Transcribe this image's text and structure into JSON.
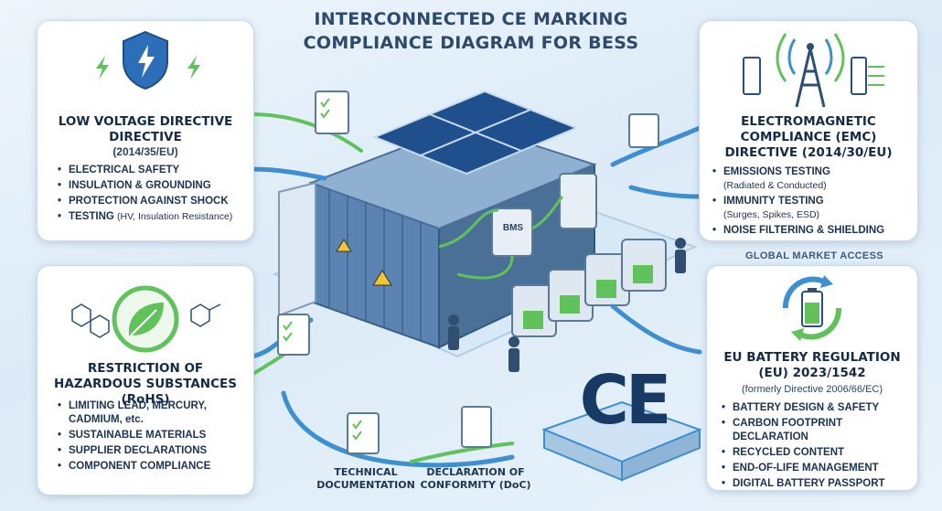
{
  "title": "INTERCONNECTED CE MARKING COMPLIANCE DIAGRAM FOR BESS",
  "lvd": {
    "title": "LOW VOLTAGE DIRECTIVE DIRECTIVE",
    "ref": "(2014/35/EU)",
    "items": [
      "ELECTRICAL SAFETY",
      "INSULATION & GROUNDING",
      "PROTECTION AGAINST SHOCK"
    ],
    "testing_label": "TESTING",
    "testing_note": "(HV, Insulation Resistance)"
  },
  "emc": {
    "title": "ELECTROMAGNETIC COMPLIANCE (EMC) DIRECTIVE (2014/30/EU)",
    "emissions": "EMISSIONS TESTING",
    "emissions_note": "(Radiated & Conducted)",
    "immunity": "IMMUNITY TESTING",
    "immunity_note": "(Surges, Spikes, ESD)",
    "noise": "NOISE FILTERING & SHIELDING"
  },
  "global_market": "GLOBAL MARKET ACCESS",
  "rohs": {
    "title": "RESTRICTION OF HAZARDOUS SUBSTANCES (RoHS)",
    "items": [
      "LIMITING LEAD, MERCURY, CADMIUM, etc.",
      "SUSTAINABLE MATERIALS",
      "SUPPLIER DECLARATIONS",
      "COMPONENT COMPLIANCE"
    ]
  },
  "battery": {
    "title": "EU BATTERY REGULATION (EU) 2023/1542",
    "note": "(formerly Directive 2006/66/EC)",
    "items": [
      "BATTERY DESIGN & SAFETY",
      "CARBON FOOTPRINT DECLARATION",
      "RECYCLED CONTENT",
      "END-OF-LIFE MANAGEMENT",
      "DIGITAL BATTERY PASSPORT"
    ]
  },
  "tech_doc": "TECHNICAL DOCUMENTATION",
  "doc": "DECLARATION OF CONFORMITY (DoC)",
  "ce_mark": "CE",
  "bms_label": "BMS",
  "colors": {
    "accent_green": "#5fc25a",
    "arrow_blue": "#3d8fd1",
    "card_border": "#c9dbea",
    "title": "#2e4a6b"
  }
}
